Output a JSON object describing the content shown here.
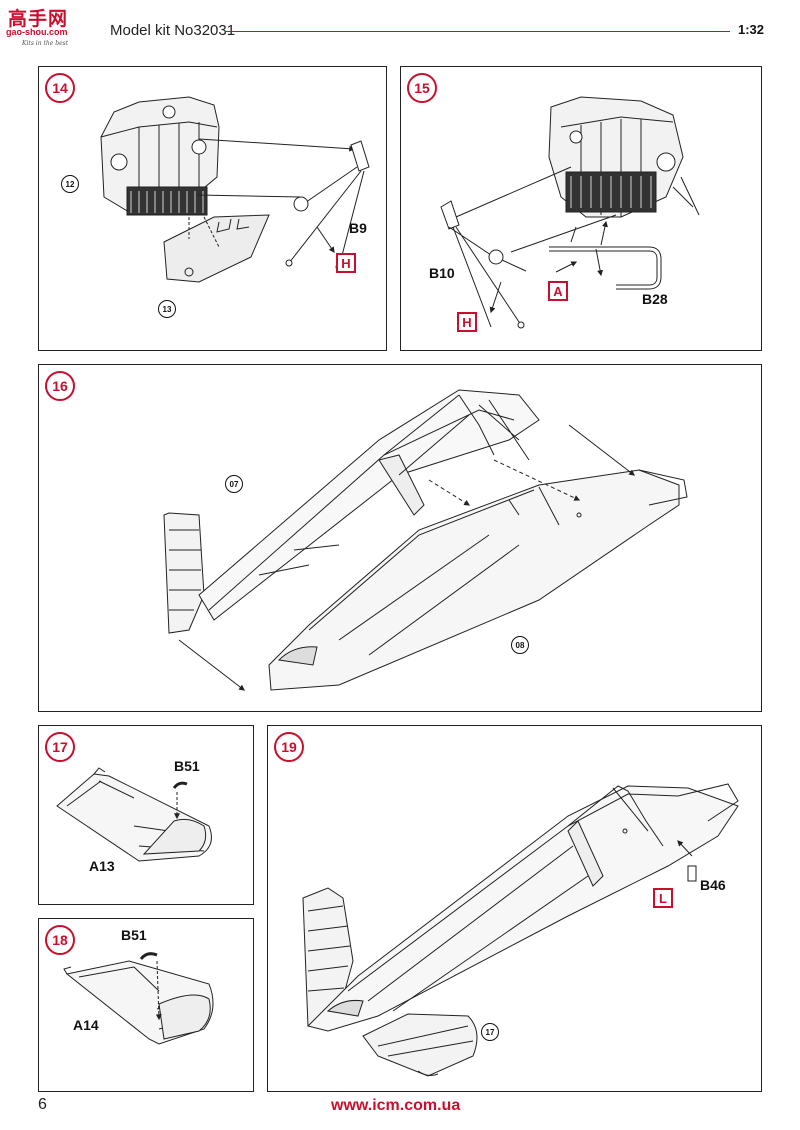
{
  "header": {
    "logo_cn": "高手网",
    "logo_site": "gao-shou.com",
    "logo_tagline": "Kits in the best",
    "kit_title": "Model kit No32031",
    "scale": "1:32"
  },
  "steps": {
    "s14": {
      "number": "14",
      "parts": {
        "b9": "B9"
      },
      "sub_refs": {
        "a": "12",
        "b": "13"
      },
      "paint": "H"
    },
    "s15": {
      "number": "15",
      "parts": {
        "b10": "B10",
        "b28": "B28"
      },
      "paint_a": "A",
      "paint_h": "H"
    },
    "s16": {
      "number": "16",
      "sub_refs": {
        "a": "07",
        "b": "08"
      }
    },
    "s17": {
      "number": "17",
      "parts": {
        "b51": "B51",
        "a13": "A13"
      }
    },
    "s18": {
      "number": "18",
      "parts": {
        "b51": "B51",
        "a14": "A14"
      }
    },
    "s19": {
      "number": "19",
      "parts": {
        "b46": "B46"
      },
      "sub_ref": "17",
      "paint": "L"
    }
  },
  "footer": {
    "page_number": "6",
    "website": "www.icm.com.ua"
  },
  "colors": {
    "accent": "#c8102e",
    "line": "#222222"
  }
}
